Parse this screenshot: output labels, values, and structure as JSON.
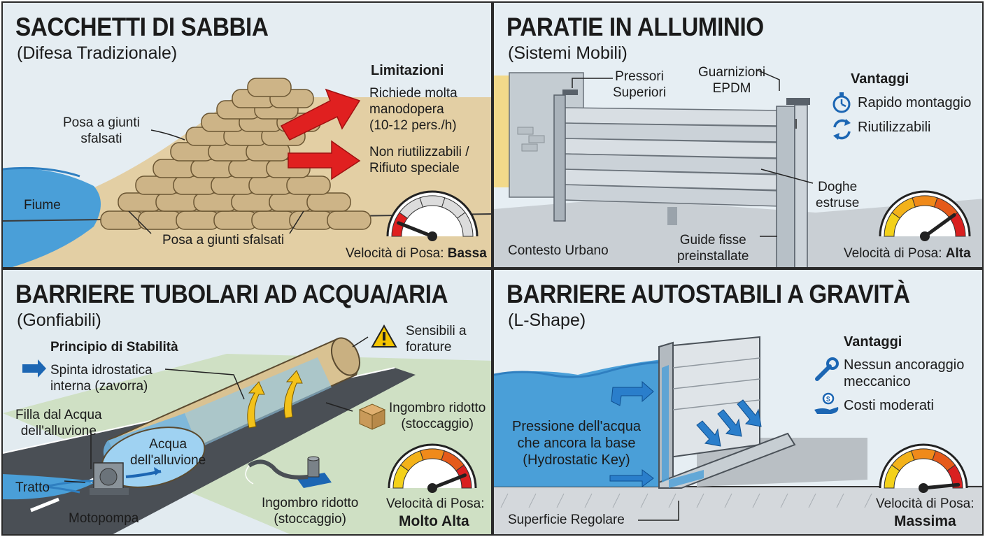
{
  "panels": [
    {
      "title": "SACCHETTI DI SABBIA",
      "subtitle": "(Difesa Tradizionale)",
      "labels": {
        "staggered_top_1": "Posa a giunti",
        "staggered_top_2": "sfalsati",
        "river": "Fiume",
        "staggered_bottom": "Posa a giunti sfalsati"
      },
      "limitations": {
        "heading": "Limitazioni",
        "item1": [
          "Richiede molta",
          "manodopera",
          "(10-12 pers./h)"
        ],
        "item2": [
          "Non riutilizzabili /",
          "Rifiuto speciale"
        ]
      },
      "speed": {
        "label": "Velocità di Posa:",
        "value": "Bassa",
        "level": 0.12
      }
    },
    {
      "title": "PARATIE IN ALLUMINIO",
      "subtitle": "(Sistemi Mobili)",
      "labels": {
        "clamps": [
          "Pressori",
          "Superiori"
        ],
        "gaskets": [
          "Guarnizioni",
          "EPDM"
        ],
        "planks": [
          "Doghe",
          "estruse"
        ],
        "rails": [
          "Guide fisse",
          "preinstallate"
        ],
        "urban": "Contesto Urbano"
      },
      "advantages": {
        "heading": "Vantaggi",
        "items": [
          {
            "icon": "stopwatch-icon",
            "text": "Rapido montaggio"
          },
          {
            "icon": "recycle-icon",
            "text": "Riutilizzabili"
          }
        ]
      },
      "speed": {
        "label": "Velocità di Posa:",
        "value": "Alta",
        "level": 0.8
      }
    },
    {
      "title": "BARRIERE TUBOLARI AD ACQUA/ARIA",
      "subtitle": "(Gonfiabili)",
      "principle": {
        "heading": "Principio di Stabilità",
        "text": [
          "Spinta idrostatica",
          "interna (zavorra)"
        ]
      },
      "labels": {
        "puncture": [
          "Sensibili a",
          "forature"
        ],
        "storage_right": [
          "Ingombro ridotto",
          "(stoccaggio)"
        ],
        "fill": [
          "Filla dal Acqua",
          "dell'alluvione"
        ],
        "water": [
          "Acqua",
          "dell'alluvione"
        ],
        "stretch": "Tratto",
        "pump": "Motopompa",
        "storage_bottom": [
          "Ingombro ridotto",
          "(stoccaggio)"
        ]
      },
      "speed": {
        "label": "Velocità di Posa:",
        "value": "Molto Alta",
        "level": 0.88
      }
    },
    {
      "title": "BARRIERE AUTOSTABILI A GRAVITÀ",
      "subtitle": "(L-Shape)",
      "labels": {
        "pressure": [
          "Pressione dell'acqua",
          "che ancora la base",
          "(Hydrostatic Key)"
        ],
        "surface": "Superficie Regolare"
      },
      "advantages": {
        "heading": "Vantaggi",
        "items": [
          {
            "icon": "wrench-icon",
            "text": [
              "Nessun ancoraggio",
              "meccanico"
            ]
          },
          {
            "icon": "coin-hand-icon",
            "text": "Costi moderati"
          }
        ]
      },
      "speed": {
        "label": "Velocità di Posa:",
        "value": "Massima",
        "level": 0.97
      }
    }
  ],
  "colors": {
    "water": "#4a9fd8",
    "sand": "#dcc79a",
    "arrow_red": "#e02020",
    "accent_blue": "#1c66b3",
    "warning_yellow": "#f5c400"
  }
}
